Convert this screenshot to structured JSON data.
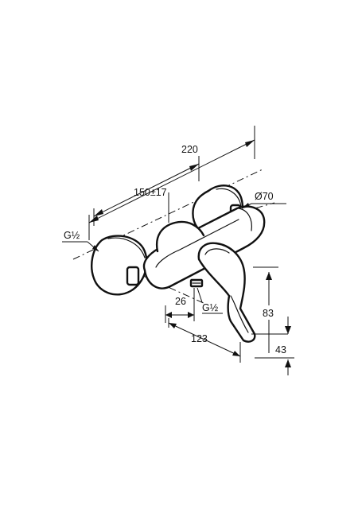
{
  "dimensions": {
    "width_total": "220",
    "width_center": "150±17",
    "diameter_escutcheon": "Ø70",
    "thread_left": "G½",
    "thread_bottom": "G½",
    "spout_offset": "26",
    "lever_height": "83",
    "depth": "123",
    "lever_drop": "43"
  }
}
